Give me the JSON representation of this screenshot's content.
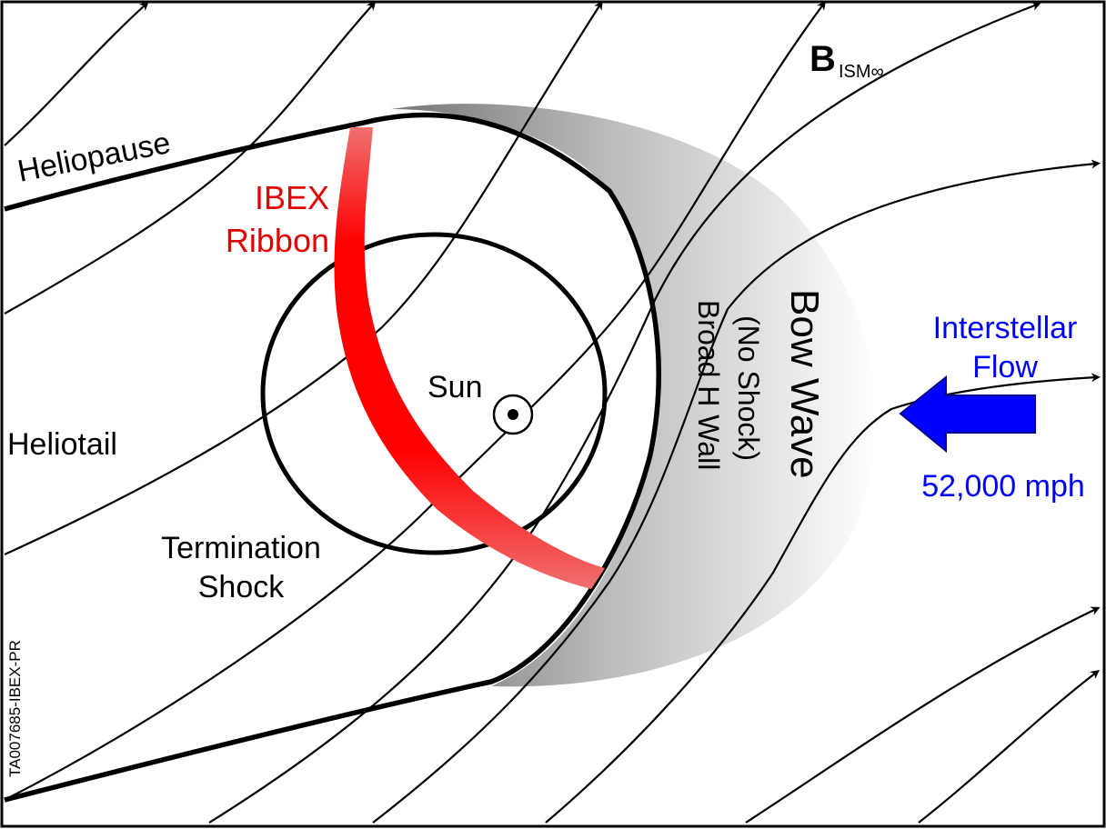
{
  "labels": {
    "b_field": "B",
    "b_field_sub": "ISM∞",
    "heliopause": "Heliopause",
    "ribbon_line1": "IBEX",
    "ribbon_line2": "Ribbon",
    "heliotail": "Heliotail",
    "sun": "Sun",
    "termination_line1": "Termination",
    "termination_line2": "Shock",
    "bow_wave": "Bow Wave",
    "no_shock": "(No Shock)",
    "h_wall": "Broad H Wall",
    "flow_line1": "Interstellar",
    "flow_line2": "Flow",
    "flow_speed": "52,000 mph",
    "figure_id": "TA007685-IBEX-PR"
  },
  "colors": {
    "ribbon": "#ff0000",
    "flow": "#0000ff",
    "lines": "#000000",
    "wall_gray": "#808080"
  }
}
